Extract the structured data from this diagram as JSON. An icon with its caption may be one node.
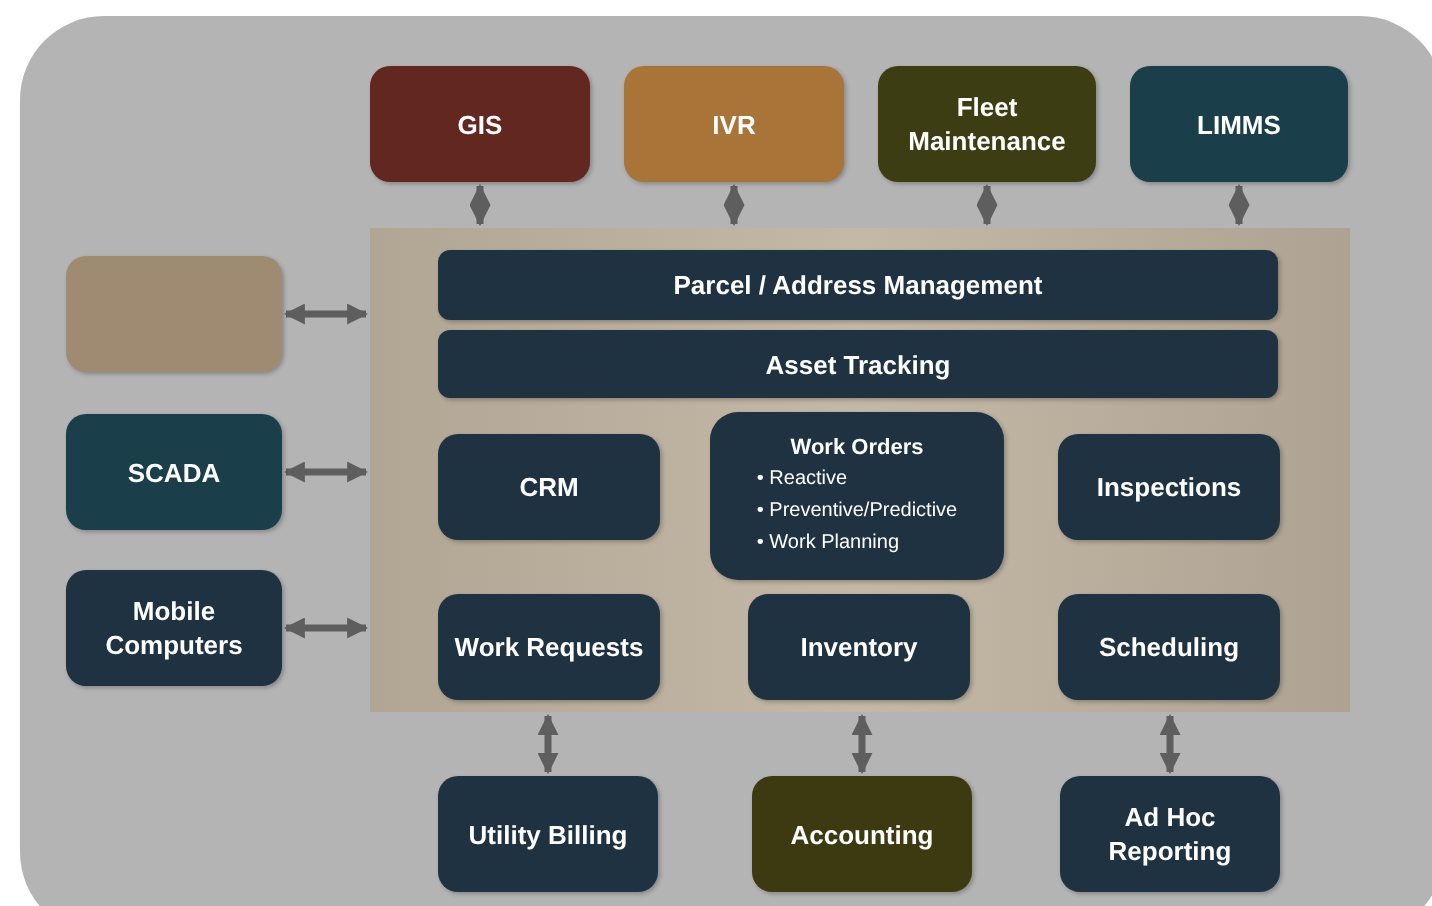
{
  "diagram": {
    "nodes": [
      {
        "text": [
          "GIS"
        ]
      },
      {
        "text": [
          "IVR"
        ]
      },
      {
        "text": [
          "Fleet Maintenance"
        ]
      },
      {
        "text": [
          "LIMMS"
        ]
      },
      {
        "text": [],
        "shape": "box"
      },
      {
        "text": [],
        "shape": "box"
      },
      {
        "text": [
          "Parcel / Address Management"
        ],
        "in": 5
      },
      {
        "text": [
          "Asset Tracking"
        ],
        "in": 5
      },
      {
        "text": [
          "SCADA"
        ]
      },
      {
        "text": [
          "CRM"
        ],
        "in": 5
      },
      {
        "text": [
          "Work Orders",
          "• Reactive",
          "• Preventive/Predictive",
          "• Work Planning"
        ],
        "in": 5
      },
      {
        "text": [
          "Inspections"
        ],
        "in": 5
      },
      {
        "text": [
          "Mobile Computers"
        ]
      },
      {
        "text": [
          "Work Requests"
        ],
        "in": 5
      },
      {
        "text": [
          "Inventory"
        ],
        "in": 5
      },
      {
        "text": [
          "Scheduling"
        ],
        "in": 5
      },
      {
        "text": [
          "Utility Billing"
        ]
      },
      {
        "text": [
          "Accounting"
        ]
      },
      {
        "text": [
          "Ad Hoc Reporting"
        ]
      }
    ],
    "edges": [
      {
        "from": 0,
        "to": 5,
        "arrow": "both"
      },
      {
        "from": 1,
        "to": 5,
        "arrow": "both"
      },
      {
        "from": 2,
        "to": 5,
        "arrow": "both"
      },
      {
        "from": 3,
        "to": 5,
        "arrow": "both"
      },
      {
        "from": 4,
        "to": 5,
        "arrow": "both"
      },
      {
        "from": 8,
        "to": 5,
        "arrow": "both"
      },
      {
        "from": 12,
        "to": 5,
        "arrow": "both"
      },
      {
        "from": 5,
        "to": 16,
        "arrow": "both"
      },
      {
        "from": 5,
        "to": 17,
        "arrow": "both"
      },
      {
        "from": 5,
        "to": 18,
        "arrow": "both"
      }
    ]
  }
}
